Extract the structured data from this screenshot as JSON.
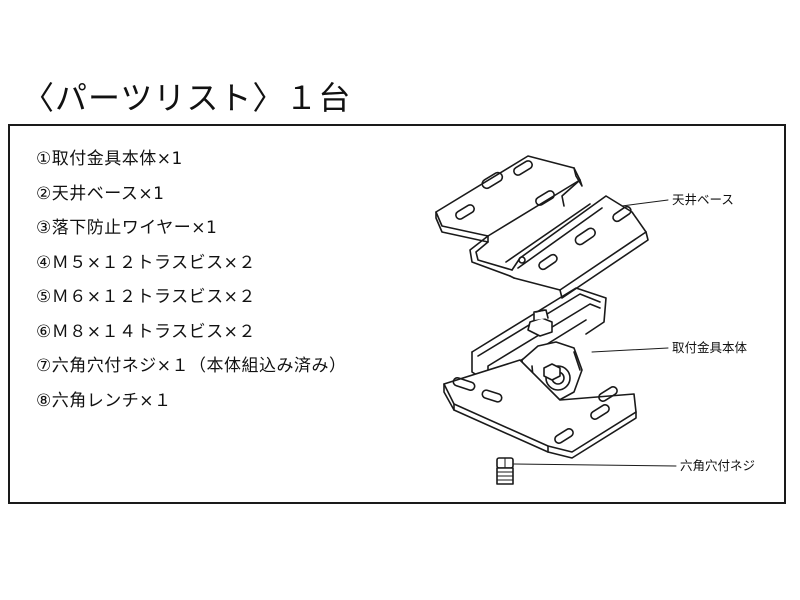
{
  "title": "〈パーツリスト〉１台",
  "parts": [
    "①取付金具本体×1",
    "②天井ベース×1",
    "③落下防止ワイヤー×1",
    "④Ｍ５×１２トラスビス×２",
    "⑤Ｍ６×１２トラスビス×２",
    "⑥Ｍ８×１４トラスビス×２",
    "⑦六角穴付ネジ×１（本体組込み済み）",
    "⑧六角レンチ×１"
  ],
  "callouts": {
    "ceiling_base": "天井ベース",
    "bracket_body": "取付金具本体",
    "hex_bolt": "六角穴付ネジ"
  }
}
